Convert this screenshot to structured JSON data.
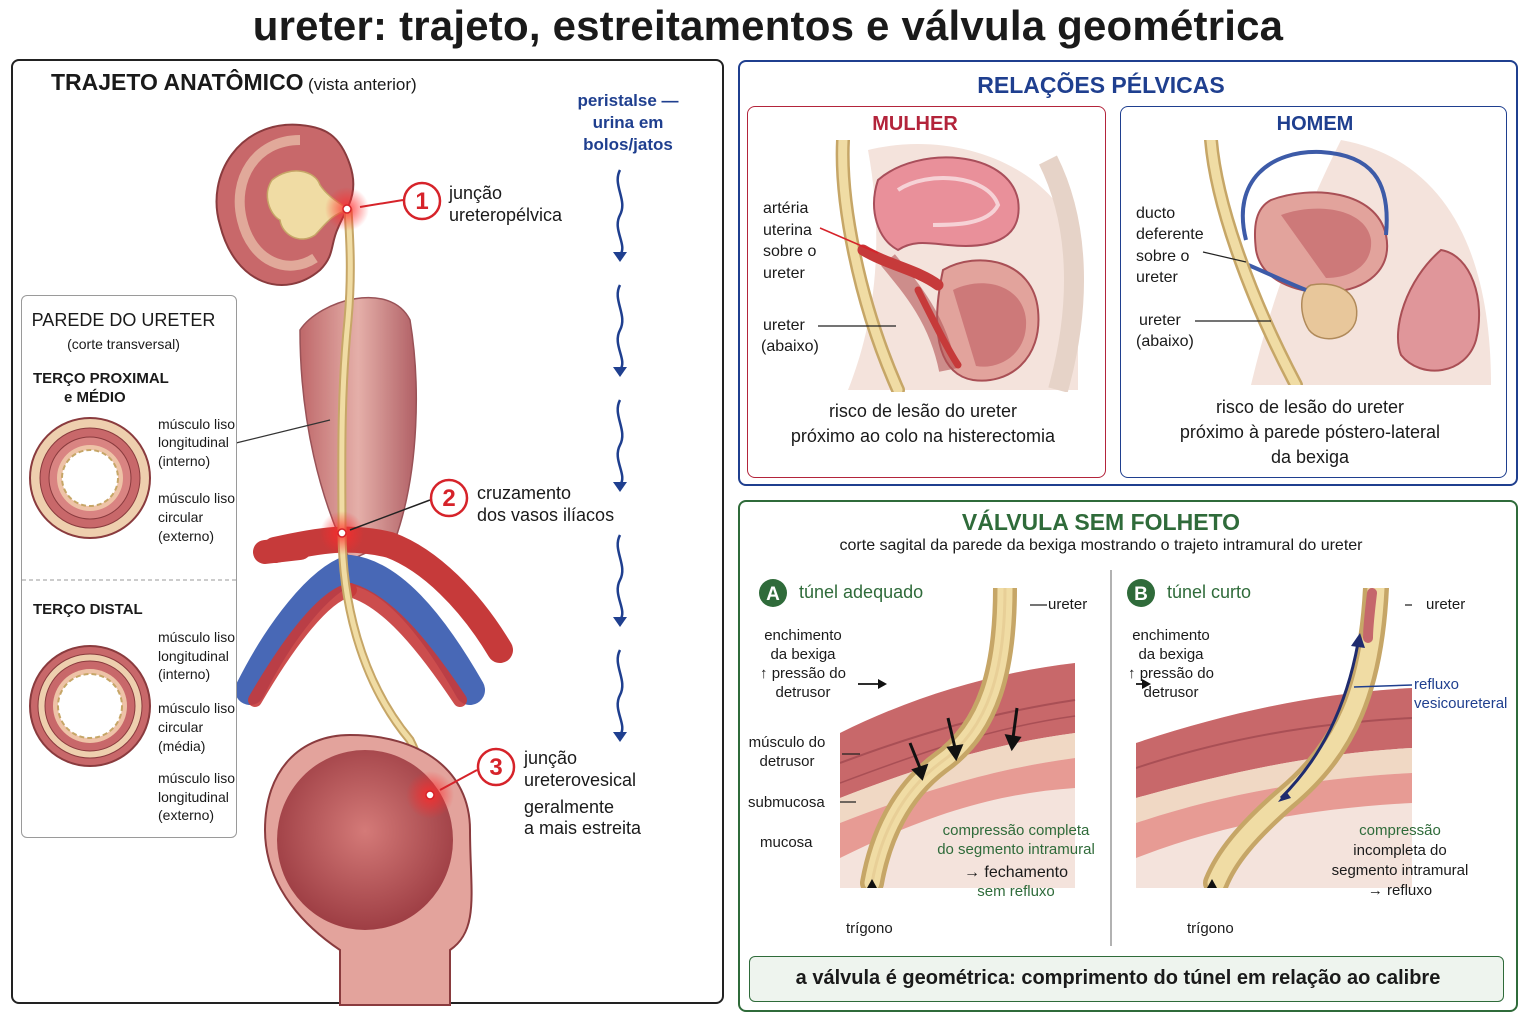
{
  "title": "ureter: trajeto, estreitamentos e válvula geométrica",
  "colors": {
    "navy": "#1f3f8f",
    "crimson": "#b3243b",
    "green": "#2f6b3a",
    "marker": "#d6232a",
    "ureter": "#e8cf97",
    "muscle": "#c8686a",
    "artery": "#c63a3a",
    "vein": "#4868b6"
  },
  "left": {
    "heading": "TRAJETO ANATÔMICO",
    "heading_sub": "(vista anterior)",
    "peristalsis": [
      "peristalse —",
      "urina em",
      "bolos/jatos"
    ],
    "markers": [
      {
        "num": "1",
        "lines": [
          "junção",
          "ureteropélvica"
        ]
      },
      {
        "num": "2",
        "lines": [
          "cruzamento",
          "dos vasos ilíacos"
        ]
      },
      {
        "num": "3",
        "lines": [
          "junção",
          "ureterovesical"
        ],
        "note": [
          "geralmente",
          "a mais estreita"
        ]
      }
    ],
    "wall_box": {
      "title": "PAREDE DO URETER",
      "subtitle": "(corte transversal)",
      "proximal_title": [
        "TERÇO PROXIMAL",
        "e MÉDIO"
      ],
      "proximal_layers": [
        [
          "músculo liso",
          "longitudinal",
          "(interno)"
        ],
        [
          "músculo liso",
          "circular",
          "(externo)"
        ]
      ],
      "distal_title": "TERÇO DISTAL",
      "distal_layers": [
        [
          "músculo liso",
          "longitudinal",
          "(interno)"
        ],
        [
          "músculo liso",
          "circular",
          "(média)"
        ],
        [
          "músculo liso",
          "longitudinal",
          "(externo)"
        ]
      ]
    }
  },
  "pelvic": {
    "heading": "RELAÇÕES PÉLVICAS",
    "woman": {
      "title": "MULHER",
      "label1": [
        "artéria",
        "uterina",
        "sobre o",
        "ureter"
      ],
      "label2": [
        "ureter",
        "(abaixo)"
      ],
      "caption": [
        "risco de lesão do ureter",
        "próximo ao colo na histerectomia"
      ]
    },
    "man": {
      "title": "HOMEM",
      "label1": [
        "ducto",
        "deferente",
        "sobre o",
        "ureter"
      ],
      "label2": [
        "ureter",
        "(abaixo)"
      ],
      "caption": [
        "risco de lesão do ureter",
        "próximo à parede póstero-lateral",
        "da bexiga"
      ]
    }
  },
  "valve": {
    "heading": "VÁLVULA SEM FOLHETO",
    "subtitle": "corte sagital da parede da bexiga mostrando o trajeto intramural do ureter",
    "a": {
      "letter": "A",
      "title": "túnel adequado",
      "ureter": "ureter",
      "filling": [
        "enchimento",
        "da bexiga",
        "↑ pressão do",
        "detrusor"
      ],
      "layers": [
        [
          "músculo do",
          "detrusor"
        ],
        [
          "submucosa"
        ],
        [
          "mucosa"
        ]
      ],
      "trigone": "trígono",
      "result": [
        "compressão completa",
        "do segmento intramural",
        "→ fechamento",
        "sem refluxo"
      ]
    },
    "b": {
      "letter": "B",
      "title": "túnel curto",
      "ureter": "ureter",
      "filling": [
        "enchimento",
        "da bexiga",
        "↑ pressão do",
        "detrusor"
      ],
      "reflux": [
        "refluxo",
        "vesicoureteral"
      ],
      "trigone": "trígono",
      "result": [
        "compressão",
        "incompleta do",
        "segmento intramural",
        "→ refluxo"
      ]
    },
    "footer": "a válvula é geométrica: comprimento do túnel em relação ao calibre"
  }
}
